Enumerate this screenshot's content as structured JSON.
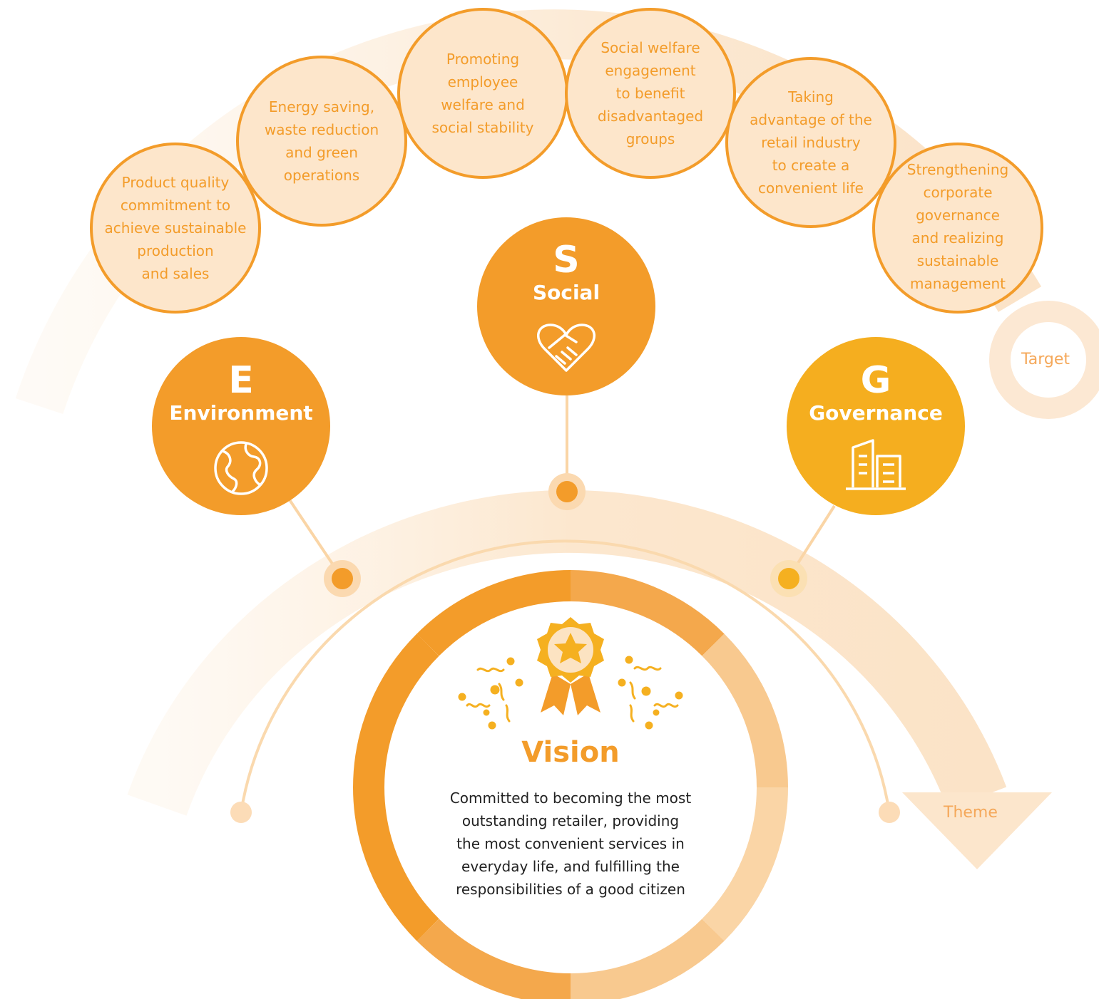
{
  "colors": {
    "primary": "#F39C2A",
    "governance": "#F5B020",
    "light_fill": "#FDE6CB",
    "pale": "#FCEBD6",
    "vision_text": "#222222"
  },
  "targets": [
    {
      "text": "Product quality\ncommitment to\nachieve sustainable\nproduction\nand sales"
    },
    {
      "text": "Energy saving,\nwaste reduction\nand green\noperations"
    },
    {
      "text": "Promoting\nemployee\nwelfare and\nsocial stability"
    },
    {
      "text": "Social welfare\nengagement\nto benefit\ndisadvantaged\ngroups"
    },
    {
      "text": "Taking\nadvantage of the\nretail industry\nto create a\nconvenient life"
    },
    {
      "text": "Strengthening\ncorporate\ngovernance\nand realizing\nsustainable\nmanagement"
    }
  ],
  "target_label": "Target",
  "theme_label": "Theme",
  "pillars": [
    {
      "letter": "E",
      "name": "Environment",
      "icon": "globe-icon"
    },
    {
      "letter": "S",
      "name": "Social",
      "icon": "heart-handshake-icon"
    },
    {
      "letter": "G",
      "name": "Governance",
      "icon": "building-icon"
    }
  ],
  "vision": {
    "title": "Vision",
    "text": "Committed to becoming the most\noutstanding retailer, providing\nthe most convenient services in\neveryday life, and fulfilling the\nresponsibilities of a good citizen",
    "icon": "award-ribbon-icon"
  }
}
